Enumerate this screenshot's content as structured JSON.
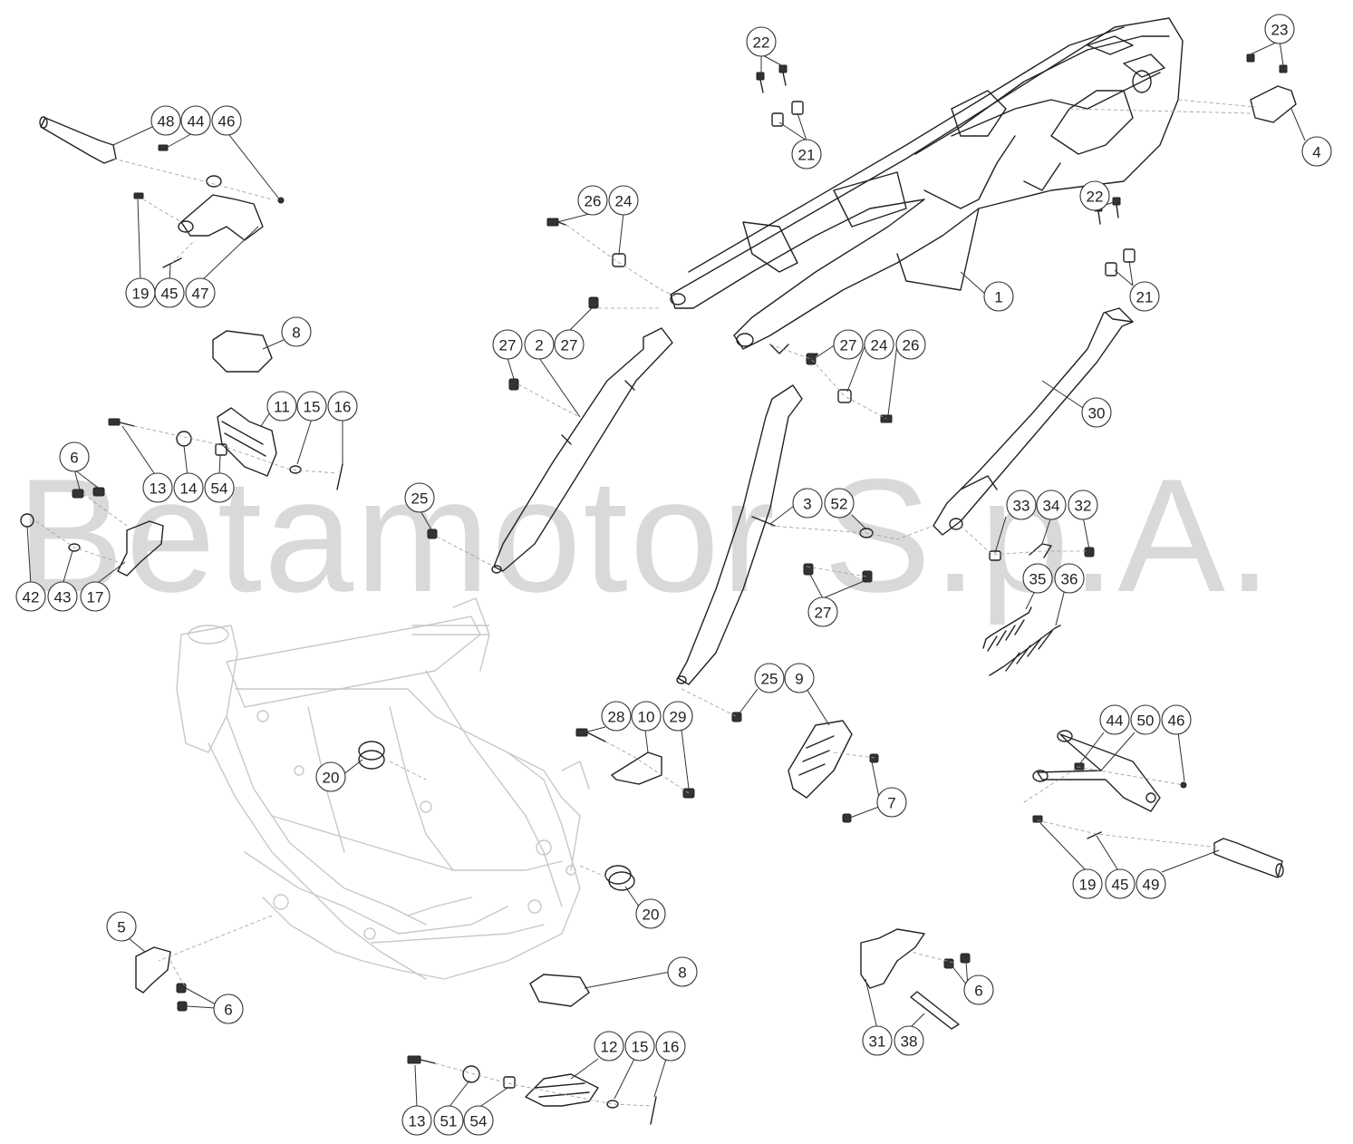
{
  "watermark": "Betamotor S.p.A.",
  "callouts": [
    {
      "id": "48a",
      "label": "48"
    },
    {
      "id": "44a",
      "label": "44"
    },
    {
      "id": "46a",
      "label": "46"
    },
    {
      "id": "19a",
      "label": "19"
    },
    {
      "id": "45a",
      "label": "45"
    },
    {
      "id": "47",
      "label": "47"
    },
    {
      "id": "8a",
      "label": "8"
    },
    {
      "id": "11",
      "label": "11"
    },
    {
      "id": "15a",
      "label": "15"
    },
    {
      "id": "16a",
      "label": "16"
    },
    {
      "id": "13a",
      "label": "13"
    },
    {
      "id": "14",
      "label": "14"
    },
    {
      "id": "54a",
      "label": "54"
    },
    {
      "id": "6a",
      "label": "6"
    },
    {
      "id": "42",
      "label": "42"
    },
    {
      "id": "43",
      "label": "43"
    },
    {
      "id": "17",
      "label": "17"
    },
    {
      "id": "26a",
      "label": "26"
    },
    {
      "id": "24a",
      "label": "24"
    },
    {
      "id": "27a",
      "label": "27"
    },
    {
      "id": "2",
      "label": "2"
    },
    {
      "id": "27b",
      "label": "27"
    },
    {
      "id": "25a",
      "label": "25"
    },
    {
      "id": "22a",
      "label": "22"
    },
    {
      "id": "21a",
      "label": "21"
    },
    {
      "id": "23",
      "label": "23"
    },
    {
      "id": "4",
      "label": "4"
    },
    {
      "id": "22b",
      "label": "22"
    },
    {
      "id": "21b",
      "label": "21"
    },
    {
      "id": "1",
      "label": "1"
    },
    {
      "id": "27c",
      "label": "27"
    },
    {
      "id": "24b",
      "label": "24"
    },
    {
      "id": "26b",
      "label": "26"
    },
    {
      "id": "30",
      "label": "30"
    },
    {
      "id": "3",
      "label": "3"
    },
    {
      "id": "52",
      "label": "52"
    },
    {
      "id": "27d",
      "label": "27"
    },
    {
      "id": "33",
      "label": "33"
    },
    {
      "id": "34",
      "label": "34"
    },
    {
      "id": "32",
      "label": "32"
    },
    {
      "id": "35",
      "label": "35"
    },
    {
      "id": "36",
      "label": "36"
    },
    {
      "id": "25b",
      "label": "25"
    },
    {
      "id": "9",
      "label": "9"
    },
    {
      "id": "28",
      "label": "28"
    },
    {
      "id": "10",
      "label": "10"
    },
    {
      "id": "29",
      "label": "29"
    },
    {
      "id": "7",
      "label": "7"
    },
    {
      "id": "20a",
      "label": "20"
    },
    {
      "id": "20b",
      "label": "20"
    },
    {
      "id": "44b",
      "label": "44"
    },
    {
      "id": "50",
      "label": "50"
    },
    {
      "id": "46b",
      "label": "46"
    },
    {
      "id": "19b",
      "label": "19"
    },
    {
      "id": "45b",
      "label": "45"
    },
    {
      "id": "49",
      "label": "49"
    },
    {
      "id": "5",
      "label": "5"
    },
    {
      "id": "6b",
      "label": "6"
    },
    {
      "id": "8b",
      "label": "8"
    },
    {
      "id": "12",
      "label": "12"
    },
    {
      "id": "15b",
      "label": "15"
    },
    {
      "id": "16b",
      "label": "16"
    },
    {
      "id": "13b",
      "label": "13"
    },
    {
      "id": "51",
      "label": "51"
    },
    {
      "id": "54b",
      "label": "54"
    },
    {
      "id": "6c",
      "label": "6"
    },
    {
      "id": "31",
      "label": "31"
    },
    {
      "id": "38",
      "label": "38"
    }
  ]
}
